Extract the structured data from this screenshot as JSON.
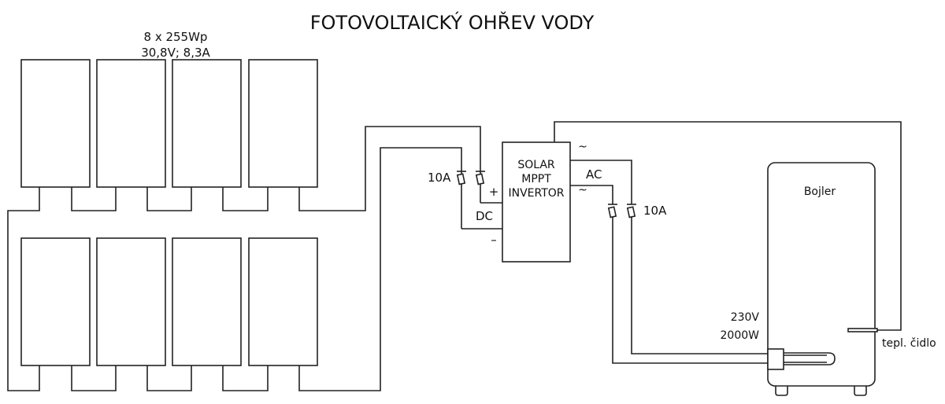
{
  "title": "FOTOVOLTAICKÝ OHŘEV VODY",
  "panels": {
    "count_label": "8 x 255Wp",
    "spec_label": "30,8V; 8,3A"
  },
  "fuse_dc": {
    "rating": "10A"
  },
  "fuse_ac": {
    "rating": "10A"
  },
  "inverter": {
    "line1": "SOLAR",
    "line2": "MPPT",
    "line3": "INVERTOR",
    "dc_label": "DC",
    "plus": "+",
    "minus": "–",
    "ac_label": "AC",
    "tilde_top": "~",
    "tilde_bottom": "~"
  },
  "boiler": {
    "label": "Bojler",
    "voltage": "230V",
    "power": "2000W",
    "sensor_label": "tepl. čidlo"
  }
}
